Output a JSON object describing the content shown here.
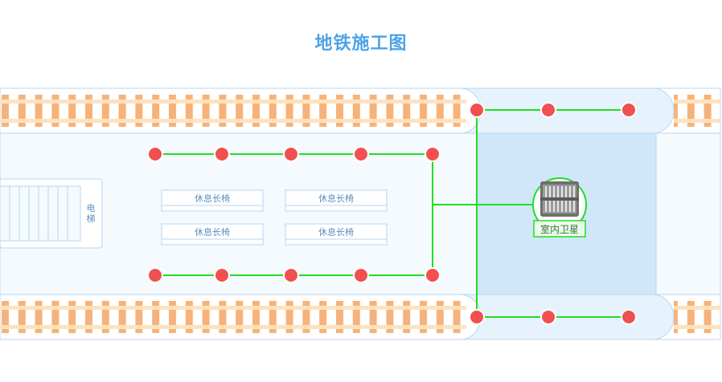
{
  "title": "地铁施工图",
  "benches": [
    "休息长椅",
    "休息长椅",
    "休息长椅",
    "休息长椅"
  ],
  "elevator_label": "电梯",
  "satellite_label": "室内卫星",
  "colors": {
    "title": "#4da3e6",
    "rail": "#f6b27a",
    "rail_edge": "#fde3bd",
    "platform": "#f4fafe",
    "platform_border": "#b9d6f0",
    "equipment_room": "#cfe7f9",
    "cable": "#22dd22",
    "node": "#f05050"
  },
  "icons": [
    "indoor-satellite-antenna-icon"
  ]
}
